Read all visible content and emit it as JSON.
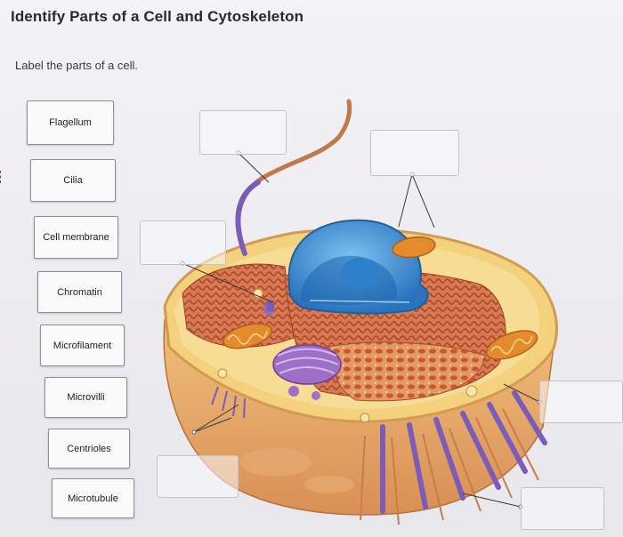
{
  "title": "Identify Parts of a Cell and Cytoskeleton",
  "instruction": "Label the parts of a cell.",
  "labels": [
    {
      "text": "Flagellum"
    },
    {
      "text": "Cilia"
    },
    {
      "text": "Cell membrane"
    },
    {
      "text": "Chromatin"
    },
    {
      "text": "Microfilament"
    },
    {
      "text": "Microvilli"
    },
    {
      "text": "Centrioles"
    },
    {
      "text": "Microtubule"
    }
  ],
  "colors": {
    "membrane": "#e9b36a",
    "cytoplasm": "#f3d27a",
    "nucleus": "#3b8fd4",
    "er": "#c65a3a",
    "golgi": "#9a6bc0",
    "mitochondria": "#e08a2c",
    "lower_body": "#e7a368"
  }
}
